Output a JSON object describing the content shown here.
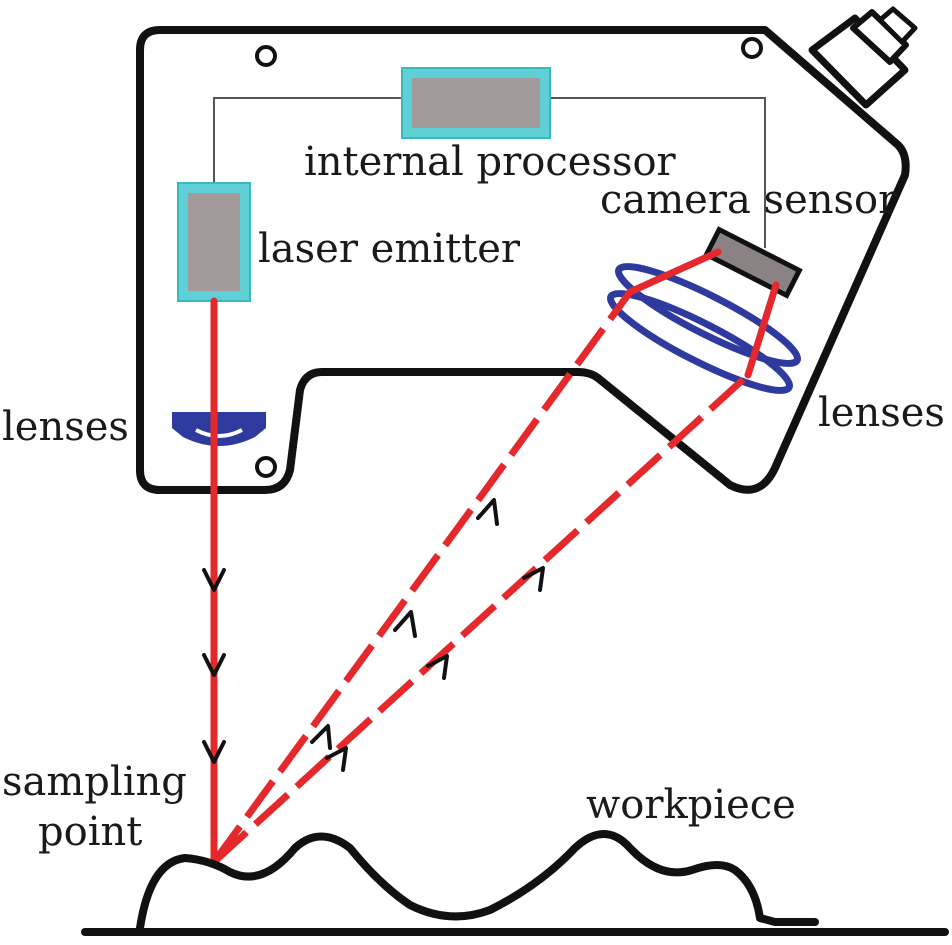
{
  "labels": {
    "internal_processor": "internal processor",
    "camera_sensor": "camera sensor",
    "laser_emitter": "laser emitter",
    "lenses_left": "lenses",
    "lenses_right": "lenses",
    "sampling_point_line1": "sampling",
    "sampling_point_line2": "point",
    "workpiece": "workpiece"
  },
  "colors": {
    "beam": "#e5282c",
    "lens": "#2e3a9e",
    "component_frame": "#5fd0d6",
    "component_core": "#a39a9c",
    "outline": "#111111"
  }
}
